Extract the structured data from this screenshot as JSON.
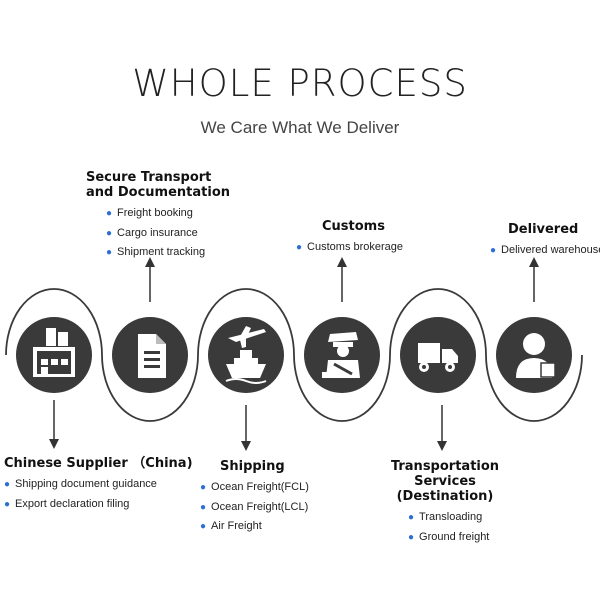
{
  "title": "WHOLE PROCESS",
  "subtitle": "We Care What We Deliver",
  "steps": [
    {
      "name": "Chinese Supplier  （China)",
      "icon": "factory-icon",
      "items": [
        "Shipping document guidance",
        "Export declaration filing"
      ]
    },
    {
      "name": "Secure Transport and Documentation",
      "icon": "document-icon",
      "items": [
        "Freight booking",
        "Cargo insurance",
        "Shipment tracking"
      ]
    },
    {
      "name": "Shipping",
      "icon": "plane-ship-icon",
      "items": [
        "Ocean Freight(FCL)",
        "Ocean Freight(LCL)",
        "Air Freight"
      ]
    },
    {
      "name": "Customs",
      "icon": "customs-officer-icon",
      "items": [
        "Customs brokerage"
      ]
    },
    {
      "name": "Transportation Services (Destination)",
      "icon": "truck-icon",
      "items": [
        "Transloading",
        "Ground freight"
      ]
    },
    {
      "name": "Delivered",
      "icon": "delivery-person-icon",
      "items": [
        "Delivered warehouse"
      ]
    }
  ],
  "colors": {
    "node": "#3a3a3a",
    "icon": "#ffffff",
    "bullet": "#2a6fd1",
    "line": "#333333"
  }
}
